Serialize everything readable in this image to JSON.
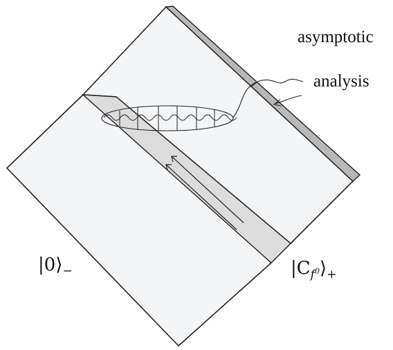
{
  "labels": {
    "asymptotic": "asymptotic",
    "analysis": "analysis",
    "vacuum_minus": "|0⟩",
    "vacuum_minus_sub": "−",
    "coherent_plus_prefix": "|C",
    "coherent_plus_sub": "f",
    "coherent_plus_sup": "0",
    "coherent_plus_suffix": "⟩",
    "coherent_plus_plus": "+"
  },
  "colors": {
    "region_fill": "#f4f5f7",
    "strip_fill": "#dcdcdc",
    "edge_strip_fill": "#b8b8b8",
    "stroke": "#222222"
  }
}
